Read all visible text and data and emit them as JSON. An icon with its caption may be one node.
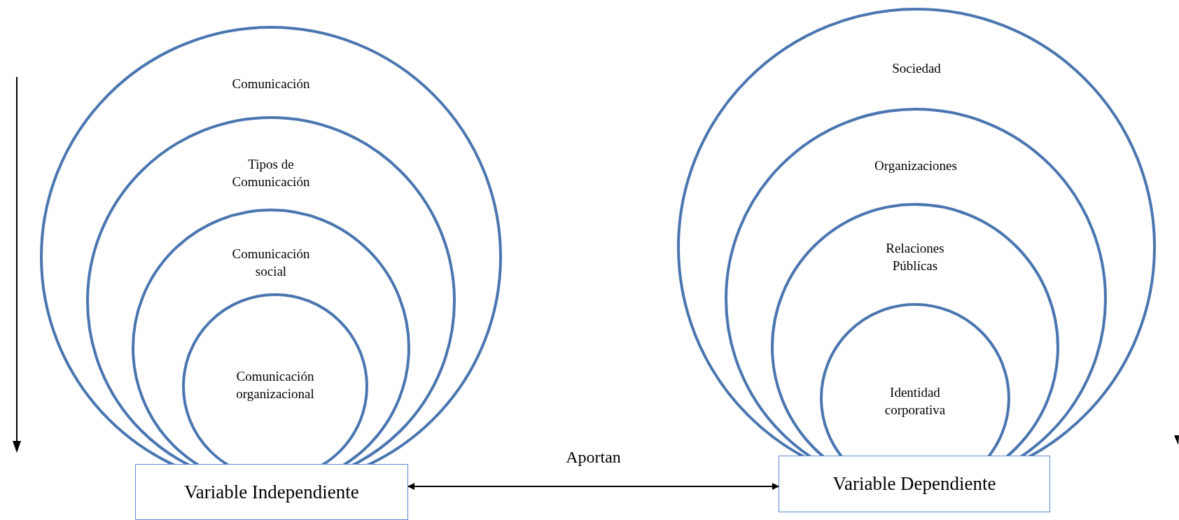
{
  "diagram": {
    "nodes": [
      {
        "text": [
          "Comunicación"
        ]
      },
      {
        "text": [
          "Tipos de Comunicación"
        ],
        "in": 0
      },
      {
        "text": [
          "Comunicación social"
        ],
        "in": 1
      },
      {
        "text": [
          "Comunicación organizacional"
        ],
        "in": 2
      },
      {
        "text": [
          "Variable Independiente"
        ]
      },
      {
        "text": [
          "Sociedad"
        ]
      },
      {
        "text": [
          "Organizaciones"
        ],
        "in": 5
      },
      {
        "text": [
          "Relaciones Públícas"
        ],
        "in": 6
      },
      {
        "text": [
          "Identidad corporativa"
        ],
        "in": 7
      },
      {
        "text": [
          "Variable Dependiente"
        ]
      }
    ],
    "edges": [
      {
        "from": 4,
        "to": 9,
        "arrow": "both",
        "label": "Aportan"
      }
    ]
  }
}
